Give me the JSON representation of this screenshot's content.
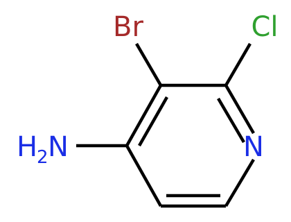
{
  "molecule": {
    "atoms": {
      "br": {
        "label": "Br",
        "color": "#a52a2a"
      },
      "cl": {
        "label": "Cl",
        "color": "#2fa02f"
      },
      "n": {
        "label": "N",
        "color": "#1a2ee6"
      },
      "nh2": {
        "label": "H",
        "sub": "2",
        "tail": "N",
        "color": "#1a2ee6"
      }
    }
  }
}
